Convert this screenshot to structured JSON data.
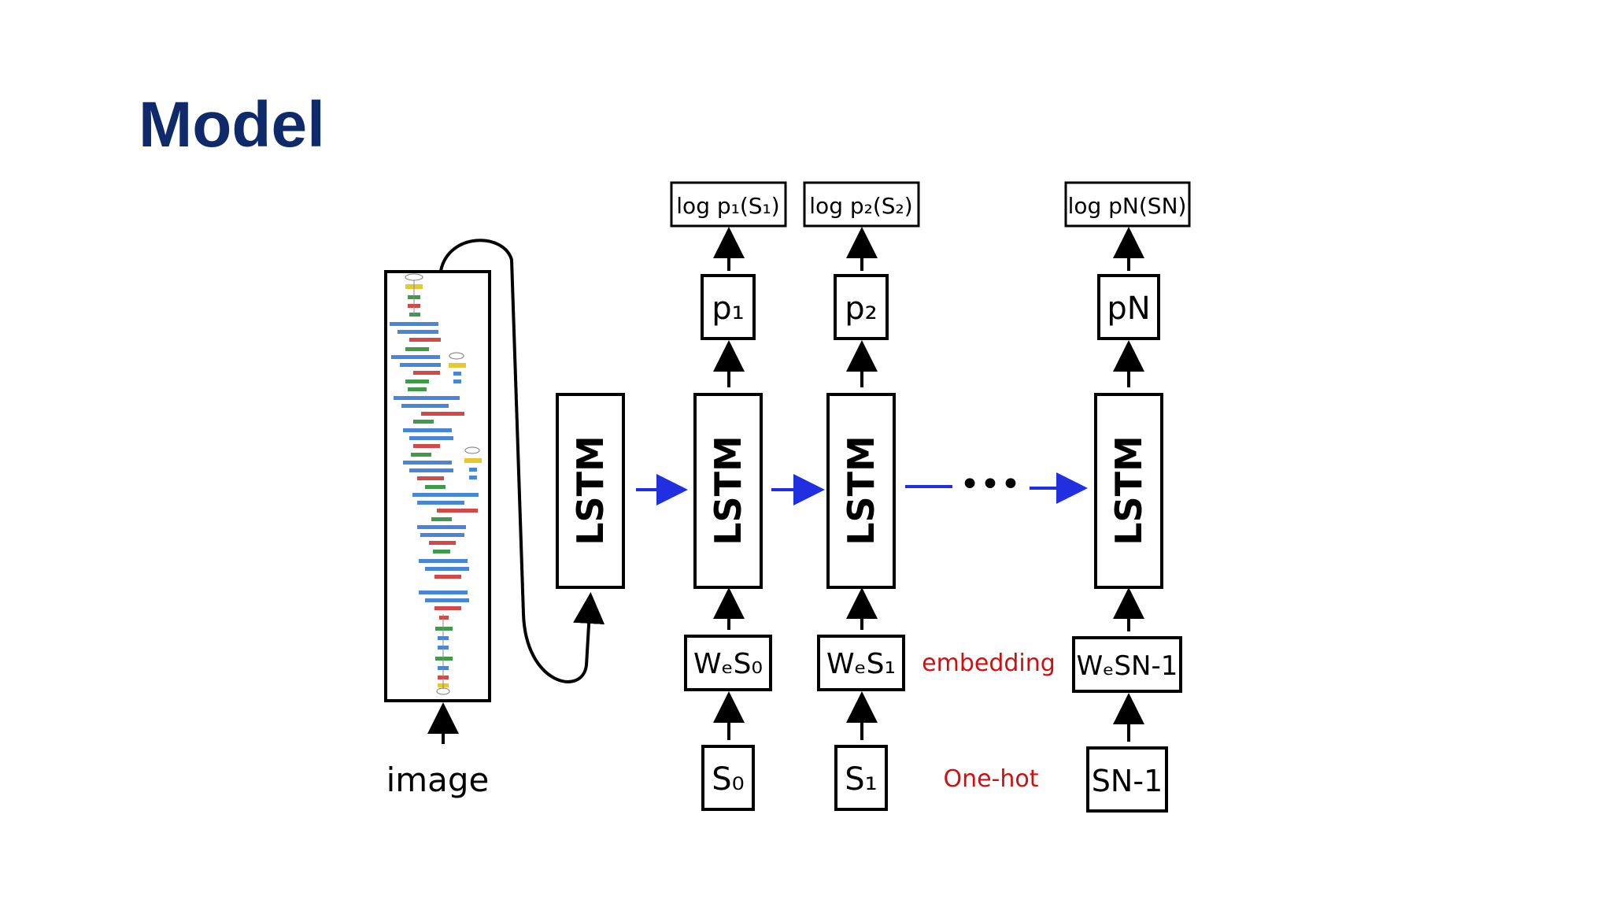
{
  "slide": {
    "title": "Model"
  },
  "diagram": {
    "cnn_input_label": "image",
    "lstm_label": "LSTM",
    "ellipsis": "•••",
    "outputs": [
      "log p₁(S₁)",
      "log p₂(S₂)",
      "log pN(SN)"
    ],
    "probs": [
      "p₁",
      "p₂",
      "pN"
    ],
    "embeddings": [
      "WₑS₀",
      "WₑS₁",
      "WₑSN-1"
    ],
    "words": [
      "S₀",
      "S₁",
      "SN-1"
    ],
    "annotations": {
      "embedding": "embedding",
      "one_hot": "One-hot"
    },
    "colors": {
      "recurrent_arrow": "#2030e0",
      "annotation": "#d01010",
      "title": "#0f2a6b"
    }
  }
}
